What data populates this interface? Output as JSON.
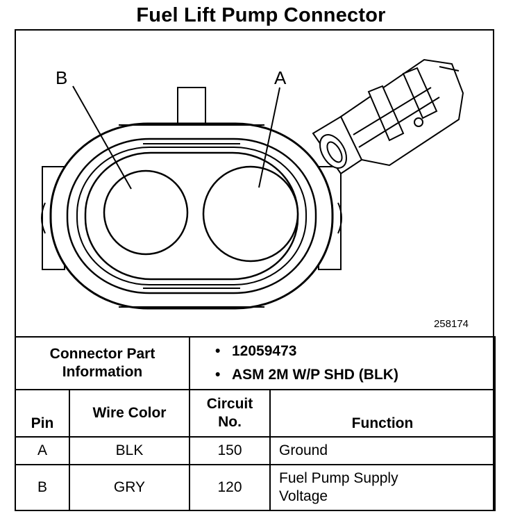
{
  "title": "Fuel Lift Pump Connector",
  "figure_number": "258174",
  "pin_labels": {
    "a": "A",
    "b": "B"
  },
  "connector_part": {
    "label_line1": "Connector Part",
    "label_line2": "Information",
    "items": [
      "12059473",
      "ASM 2M W/P SHD (BLK)"
    ],
    "bullet": "•"
  },
  "table": {
    "headers": {
      "pin": "Pin",
      "wire_color": "Wire Color",
      "circuit_line1": "Circuit",
      "circuit_line2": "No.",
      "function": "Function"
    },
    "rows": [
      {
        "pin": "A",
        "wire_color": "BLK",
        "circuit": "150",
        "function_line1": "Ground",
        "function_line2": ""
      },
      {
        "pin": "B",
        "wire_color": "GRY",
        "circuit": "120",
        "function_line1": "Fuel Pump Supply",
        "function_line2": "Voltage"
      }
    ]
  }
}
